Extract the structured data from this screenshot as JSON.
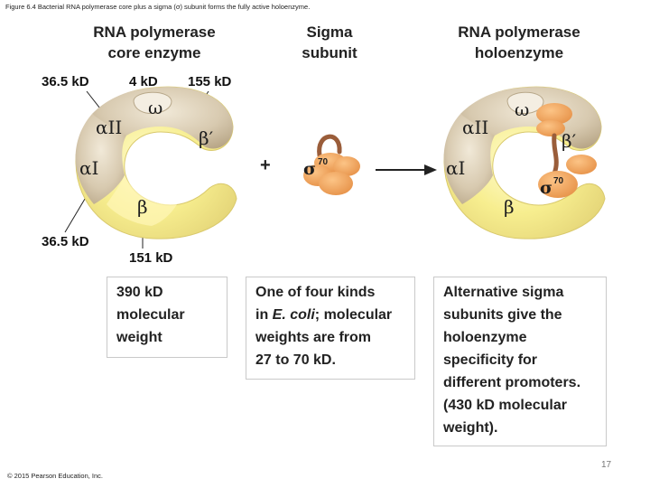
{
  "caption": "Figure 6.4 Bacterial RNA polymerase core plus a sigma (σ) subunit forms the fully active holoenzyme.",
  "columns": {
    "core": {
      "line1": "RNA polymerase",
      "line2": "core enzyme"
    },
    "sigma": {
      "line1": "Sigma",
      "line2": "subunit"
    },
    "holo": {
      "line1": "RNA polymerase",
      "line2": "holoenzyme"
    }
  },
  "weights": {
    "alpha2_top": "36.5 kD",
    "omega": "4 kD",
    "beta_prime": "155 kD",
    "alpha1_bottom": "36.5 kD",
    "beta": "151 kD"
  },
  "subunit_labels": {
    "alpha2": "αII",
    "alpha1": "αI",
    "omega": "ω",
    "beta_prime": "β′",
    "beta": "β",
    "sigma": "σ",
    "sigma_sup": "70"
  },
  "symbols": {
    "plus": "+"
  },
  "boxes": {
    "core": {
      "line1": "390 kD",
      "line2": "molecular",
      "line3": "weight"
    },
    "sigma": {
      "line1": "One of four kinds",
      "line2_pre": "in ",
      "line2_ital": "E. coli",
      "line2_post": "; molecular",
      "line3": "weights are from",
      "line4": "27 to 70 kD."
    },
    "holo": {
      "line1": "Alternative sigma",
      "line2": "subunits give the",
      "line3": "holoenzyme",
      "line4": "specificity for",
      "line5": "different promoters.",
      "line6": "(430 kD molecular",
      "line7": "weight)."
    }
  },
  "footer": "© 2015 Pearson Education, Inc.",
  "page_number": "17",
  "colors": {
    "yellow_core": "#f7ee8f",
    "yellow_light": "#fffbd0",
    "tan": "#c8b99f",
    "tan_light": "#e8ddc8",
    "sigma_orange": "#f2a65a",
    "sigma_dark": "#d8843c",
    "loop_brown": "#9a5d3a"
  }
}
